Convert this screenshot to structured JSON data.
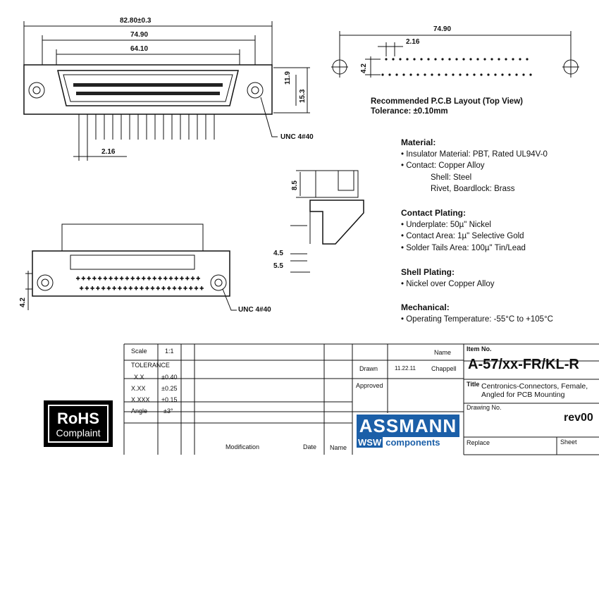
{
  "dims_front": {
    "overall": "82.80±0.3",
    "mount": "74.90",
    "body": "64.10",
    "h1": "11.9",
    "h2": "15.3",
    "pitch": "2.16",
    "screw": "UNC 4#40"
  },
  "pcb_layout": {
    "width": "74.90",
    "pitch": "2.16",
    "row": "4.2",
    "caption1": "Recommended P.C.B Layout (Top View)",
    "caption2": "Tolerance: ±0.10mm"
  },
  "dims_side": {
    "h": "8.5",
    "a": "4.5",
    "b": "5.5"
  },
  "dims_bottom": {
    "row": "4.2",
    "screw": "UNC 4#40"
  },
  "specs": {
    "material_head": "Material:",
    "material_items": [
      "Insulator Material: PBT, Rated UL94V-0",
      "Contact: Copper Alloy"
    ],
    "material_sub": [
      "Shell: Steel",
      "Rivet, Boardlock: Brass"
    ],
    "plating_head": "Contact Plating:",
    "plating_items": [
      "Underplate: 50µ\" Nickel",
      "Contact Area: 1µ\" Selective Gold",
      "Solder Tails Area: 100µ\" Tin/Lead"
    ],
    "shell_head": "Shell Plating:",
    "shell_items": [
      "Nickel over Copper Alloy"
    ],
    "mech_head": "Mechanical:",
    "mech_items": [
      "Operating Temperature: -55°C to +105°C"
    ]
  },
  "title_block": {
    "scale_label": "Scale",
    "scale_value": "1:1",
    "tolerance": "TOLERANCE",
    "tol_rows": [
      [
        "X.X",
        "±0.40"
      ],
      [
        "X.XX",
        "±0.25"
      ],
      [
        "X.XXX",
        "±0.15"
      ],
      [
        "Angle",
        "±3°"
      ]
    ],
    "name_label": "Name",
    "drawn_label": "Drawn",
    "drawn_date": "11.22.11",
    "drawn_name": "Chappell",
    "approved_label": "Approved",
    "modification": "Modification",
    "date": "Date",
    "name2": "Name",
    "item_no_label": "Item No.",
    "item_no": "A-57/xx-FR/KL-R",
    "title_label": "Title",
    "title_line1": "Centronics-Connectors, Female,",
    "title_line2": "Angled for PCB Mounting",
    "drawing_no_label": "Drawing No.",
    "rev": "rev00",
    "replace_label": "Replace",
    "sheet_label": "Sheet"
  },
  "rohs": {
    "line1": "RoHS",
    "line2": "Complaint"
  },
  "logo": {
    "brand": "ASSMANN",
    "wsw": "WSW",
    "sub": "components",
    "brand_color": "#1b5fa8"
  }
}
